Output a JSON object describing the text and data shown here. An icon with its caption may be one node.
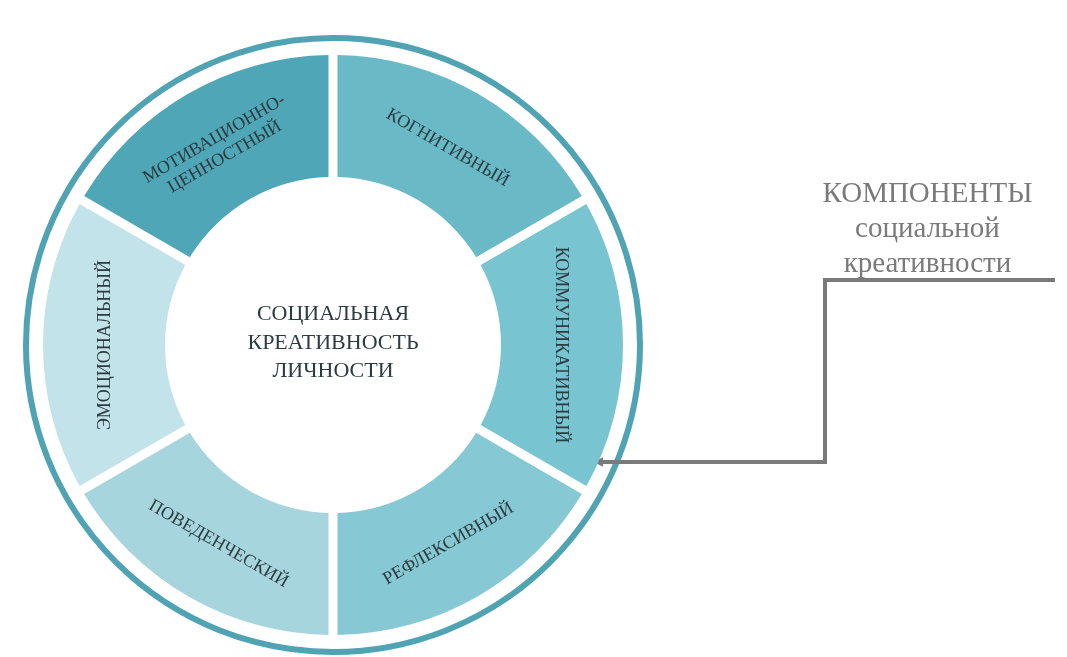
{
  "diagram": {
    "nodes": [
      {
        "text": [
          "СОЦИАЛЬНАЯ КРЕАТИВНОСТЬ ЛИЧНОСТИ"
        ]
      },
      {
        "text": [
          "МОТИВАЦИОННО-ЦЕННОСТНЫЙ"
        ]
      },
      {
        "text": [
          "КОГНИТИВНЫЙ"
        ]
      },
      {
        "text": [
          "КОММУНИКАТИВНЫЙ"
        ]
      },
      {
        "text": [
          "РЕФЛЕКСИВНЫЙ"
        ]
      },
      {
        "text": [
          "ПОВЕДЕНЧЕСКИЙ"
        ]
      },
      {
        "text": [
          "ЭМОЦИОНАЛЬНЫЙ"
        ]
      },
      {
        "text": [
          "КОМПОНЕНТЫ социальной креативности"
        ]
      }
    ],
    "edges": [
      {
        "from": 7,
        "to": 3,
        "arrow": "to",
        "color": "#7a7a7a"
      }
    ]
  }
}
